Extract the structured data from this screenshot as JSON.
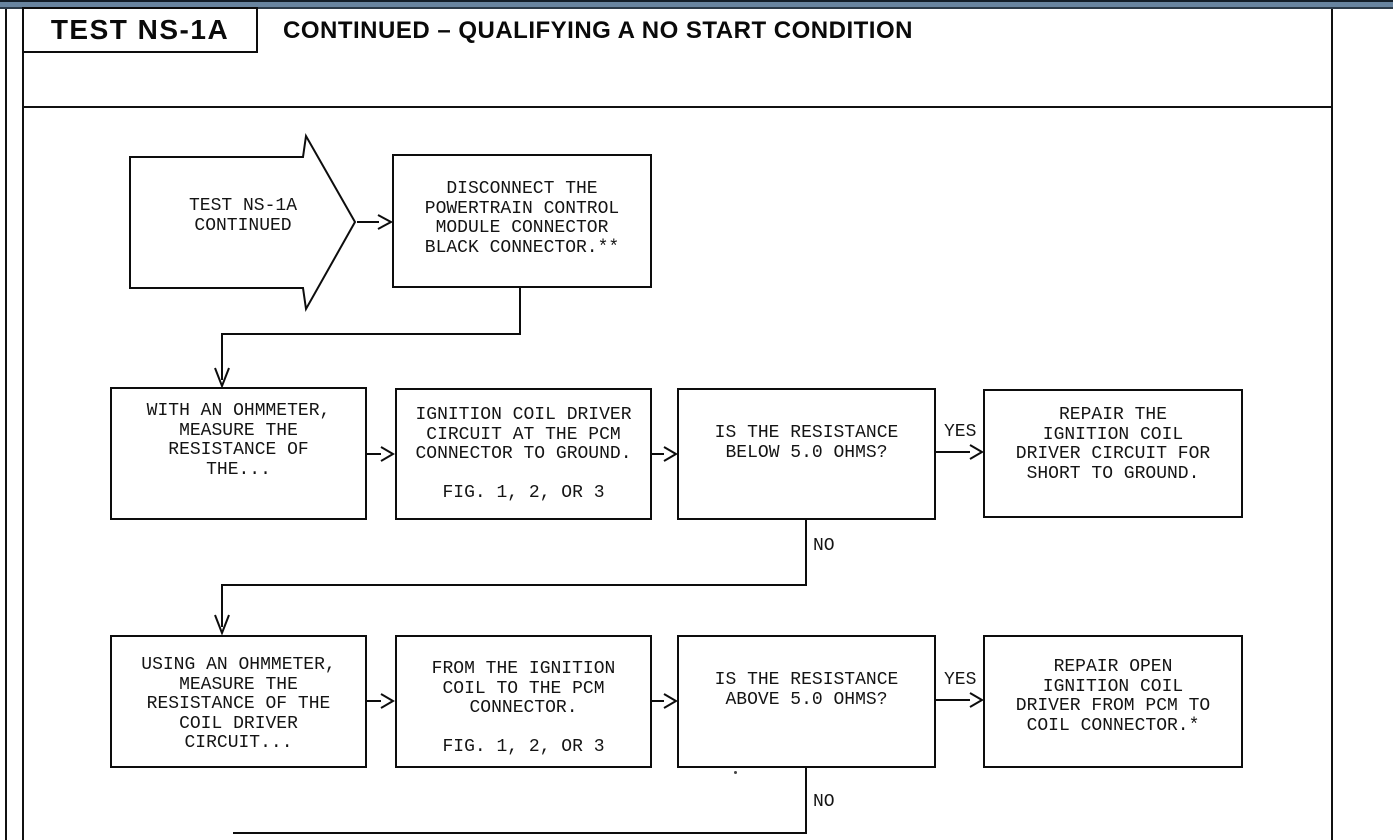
{
  "header": {
    "test_id": "TEST NS-1A",
    "title": "CONTINUED – QUALIFYING A NO START CONDITION"
  },
  "flow": {
    "start": {
      "lines": [
        "TEST NS-1A",
        "CONTINUED"
      ]
    },
    "disconnect": {
      "lines": [
        "DISCONNECT THE",
        "POWERTRAIN CONTROL",
        "MODULE CONNECTOR",
        "BLACK CONNECTOR.**"
      ]
    },
    "measure1": {
      "lines": [
        "WITH AN OHMMETER,",
        "MEASURE THE",
        "RESISTANCE OF",
        "THE..."
      ]
    },
    "circuit1": {
      "lines": [
        "IGNITION COIL DRIVER",
        "CIRCUIT AT THE PCM",
        "CONNECTOR TO GROUND.",
        "",
        "FIG. 1, 2, OR 3"
      ]
    },
    "question1": {
      "lines": [
        "IS THE RESISTANCE",
        "BELOW 5.0 OHMS?"
      ]
    },
    "repair1": {
      "lines": [
        "REPAIR THE",
        "IGNITION COIL",
        "DRIVER CIRCUIT FOR",
        "SHORT TO GROUND."
      ]
    },
    "measure2": {
      "lines": [
        "USING AN OHMMETER,",
        "MEASURE THE",
        "RESISTANCE OF THE",
        "COIL DRIVER",
        "CIRCUIT..."
      ]
    },
    "circuit2": {
      "lines": [
        "FROM THE IGNITION",
        "COIL TO THE PCM",
        "CONNECTOR.",
        "",
        "FIG. 1, 2, OR 3"
      ]
    },
    "question2": {
      "lines": [
        "IS THE RESISTANCE",
        "ABOVE 5.0 OHMS?"
      ]
    },
    "repair2": {
      "lines": [
        "REPAIR OPEN",
        "IGNITION COIL",
        "DRIVER FROM PCM TO",
        "COIL CONNECTOR.*"
      ]
    },
    "labels": {
      "yes1": "YES",
      "no1": "NO",
      "yes2": "YES",
      "no2": "NO"
    }
  },
  "colors": {
    "top_bar": "#68849f",
    "line": "#0d0d0d",
    "background": "#ffffff"
  }
}
